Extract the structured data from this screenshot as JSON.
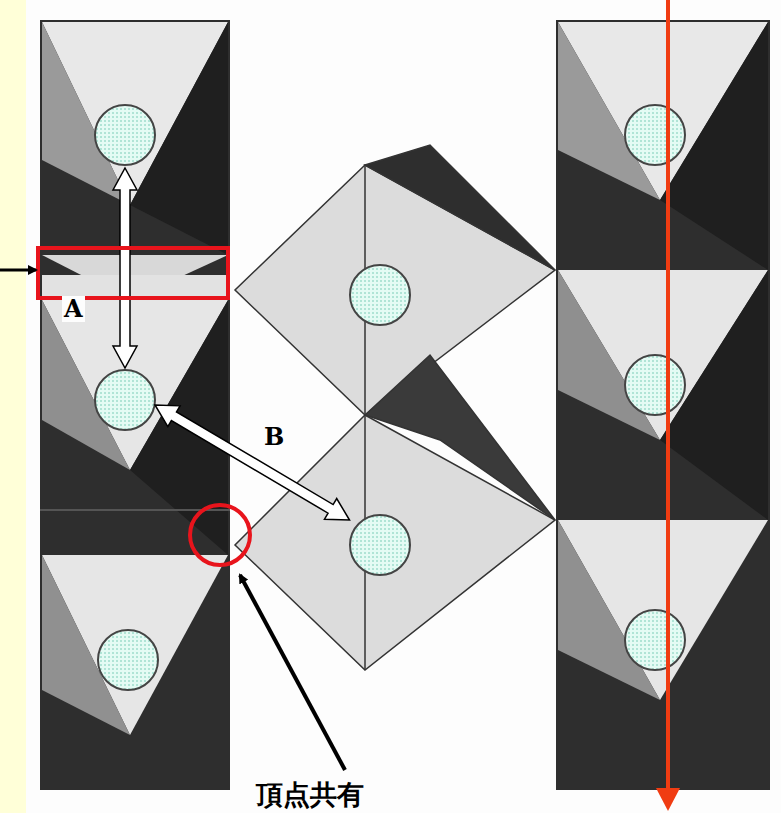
{
  "diagram": {
    "labels": [
      "A",
      "B",
      "頂点共有"
    ]
  }
}
